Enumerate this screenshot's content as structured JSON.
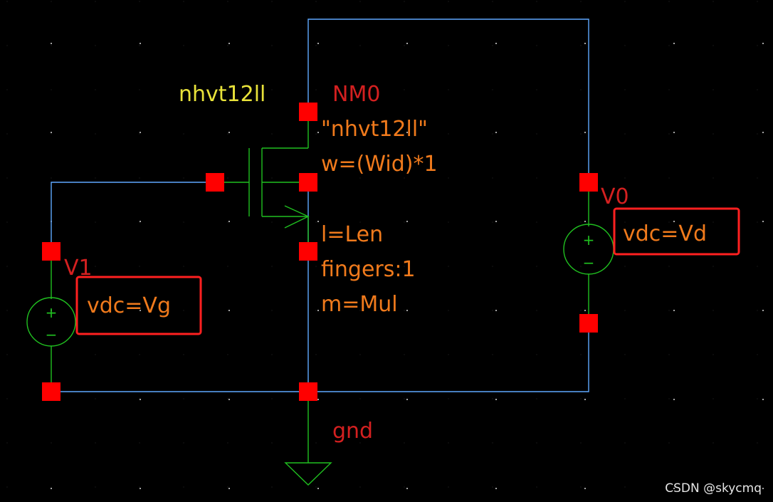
{
  "transistor": {
    "model_name": "nhvt12ll",
    "instance_name": "NM0",
    "model_param": "\"nhvt12ll\"",
    "width_param": "w=(Wid)*1",
    "length_param": "l=Len",
    "fingers_param": "fingers:1",
    "mult_param": "m=Mul"
  },
  "source_v0": {
    "instance_name": "V0",
    "param": "vdc=Vd",
    "plus": "+",
    "minus": "−"
  },
  "source_v1": {
    "instance_name": "V1",
    "param": "vdc=Vg",
    "plus": "+",
    "minus": "−"
  },
  "ground": {
    "label": "gnd"
  },
  "watermark": "CSDN @skycmq",
  "colors": {
    "background": "#000000",
    "wire": "#5fa8ff",
    "symbol": "#20c020",
    "pin": "#ff0000",
    "highlight_box": "#ff2020",
    "model_label": "#e8e23a",
    "param_label": "#f07a1c",
    "instance_label": "#d42020"
  }
}
